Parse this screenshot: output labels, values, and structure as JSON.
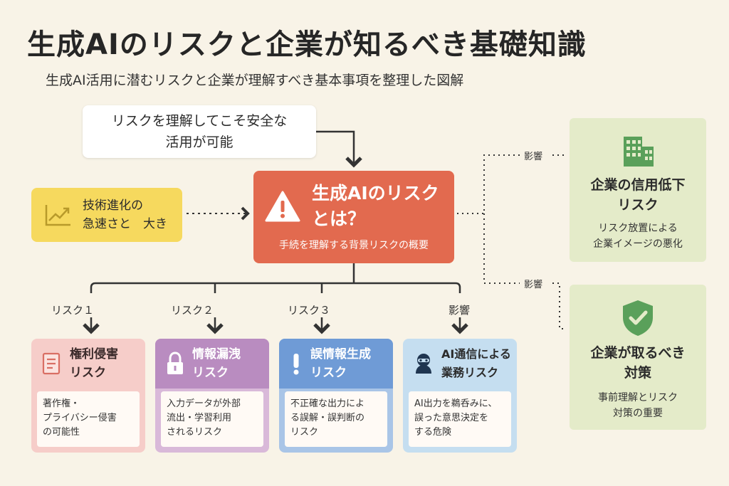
{
  "header": {
    "title": "生成AIのリスクと企業が知るべき基礎知識",
    "subtitle": "生成AI活用に潜むリスクと企業が理解すべき基本事項を整理した図解"
  },
  "note": {
    "line1": "リスクを理解してこそ安全な",
    "line2": "活用が可能"
  },
  "tech_box": {
    "line1": "技術進化の",
    "line2": "急速さと　大き"
  },
  "center": {
    "line1": "生成AIのリスク",
    "line2": "とは？",
    "sub": "手続を理解する背景リスクの概要"
  },
  "effects": {
    "top": "影響",
    "bottom": "影響"
  },
  "right_cards": [
    {
      "title1": "企業の信用低下",
      "title2": "リスク",
      "desc1": "リスク放置による",
      "desc2": "企業イメージの悪化"
    },
    {
      "title1": "企業が取るべき",
      "title2": "対策",
      "desc1": "事前理解とリスク",
      "desc2": "対策の重要"
    }
  ],
  "risk_labels": [
    "リスク１",
    "リスク２",
    "リスク３",
    "影響"
  ],
  "risk_cards": [
    {
      "title1": "権利侵害",
      "title2": "リスク",
      "body": [
        "著作権・",
        "プライバシー侵害",
        "の可能性"
      ]
    },
    {
      "title1": "情報漏洩",
      "title2": "リスク",
      "body": [
        "入力データが外部",
        "流出・学習利用",
        "されるリスク"
      ]
    },
    {
      "title1": "誤情報生成",
      "title2": "リスク",
      "body": [
        "不正確な出力によ",
        "る誤解・誤判断の",
        "リスク"
      ]
    },
    {
      "title1": "AI通信による",
      "title2": "業務リスク",
      "body": [
        "AI出力を鵜呑みに、",
        "誤った意思決定を",
        "する危険"
      ]
    }
  ],
  "colors": {
    "background": "#f8f3e7",
    "center": "#e26a4f",
    "tech": "#f6d95e",
    "right_card": "#e4ebc9",
    "icon_green": "#5aa05a"
  },
  "icons": [
    "warning-icon",
    "chart-up-icon",
    "building-icon",
    "shield-check-icon",
    "document-icon",
    "lock-icon",
    "exclamation-icon",
    "hacker-icon"
  ]
}
